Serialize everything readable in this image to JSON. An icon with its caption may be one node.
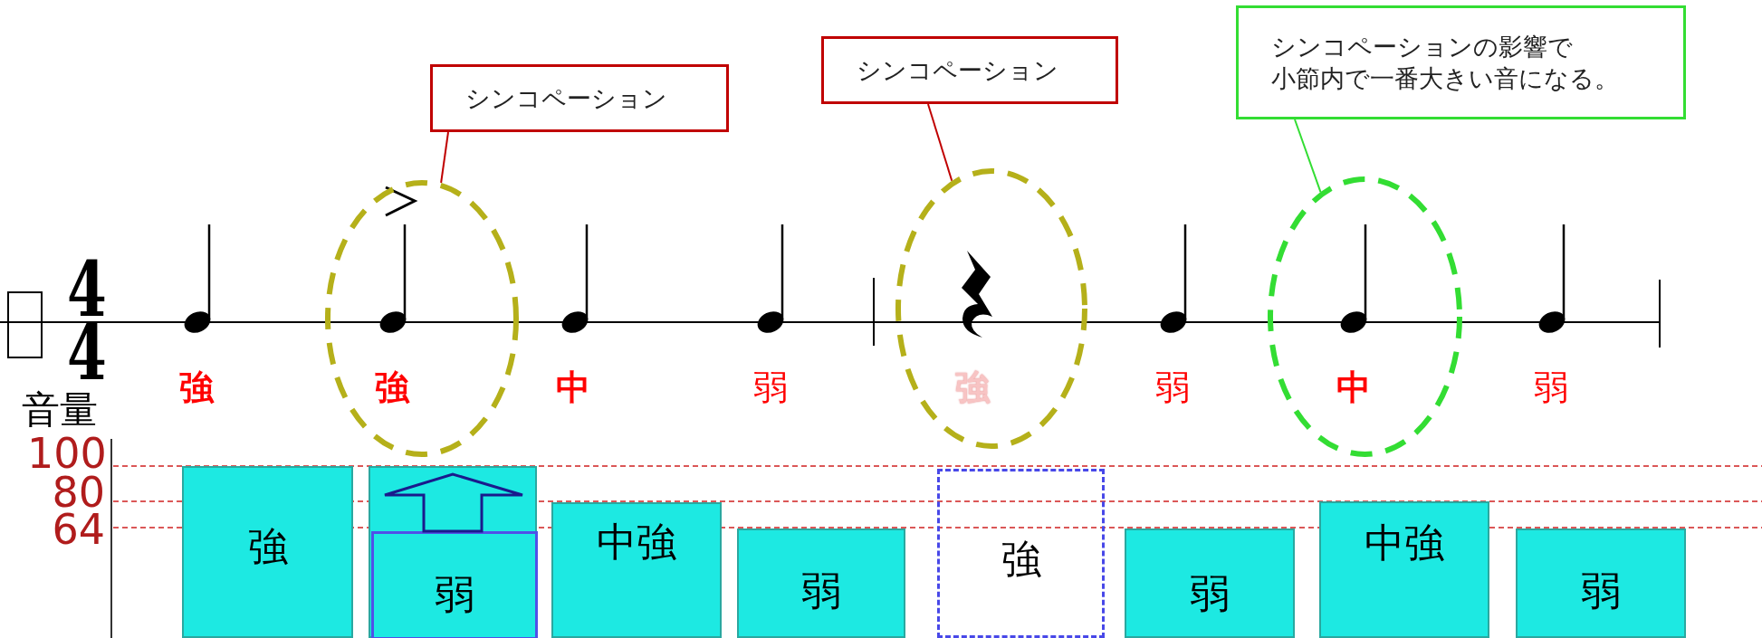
{
  "diagram": {
    "nodes": [
      {
        "text": [
          "シンコペーション"
        ]
      },
      {
        "text": [
          "シンコペーション"
        ]
      },
      {
        "text": [
          "シンコペーションの影響で",
          "小節内で一番大きい音になる。"
        ]
      },
      {
        "text": [],
        "shape": "circle"
      },
      {
        "text": [],
        "shape": "circle"
      },
      {
        "text": [],
        "shape": "circle"
      },
      {
        "text": [
          "強"
        ]
      },
      {
        "text": [],
        "shape": "bar"
      },
      {
        "text": [
          "弱"
        ],
        "in": 7
      },
      {
        "text": [
          "中強"
        ]
      },
      {
        "text": [
          "弱"
        ]
      },
      {
        "text": [
          "強"
        ]
      },
      {
        "text": [
          "弱"
        ]
      },
      {
        "text": [
          "中強"
        ]
      },
      {
        "text": [
          "弱"
        ]
      }
    ],
    "edges": [
      {
        "from": 0,
        "to": 3,
        "arrow": "none",
        "color": "#c00000"
      },
      {
        "from": 1,
        "to": 4,
        "arrow": "none",
        "color": "#c00000"
      },
      {
        "from": 2,
        "to": 5,
        "arrow": "none",
        "color": "#33dd33"
      },
      {
        "from": 8,
        "to": 7,
        "arrow": "to",
        "style": "thick",
        "color": "#1a1a8c"
      }
    ],
    "labels": [
      "4",
      "4",
      "強",
      "強",
      "中",
      "弱",
      "強",
      "弱",
      "中",
      "弱",
      "音量",
      "100",
      "80",
      "64"
    ]
  }
}
